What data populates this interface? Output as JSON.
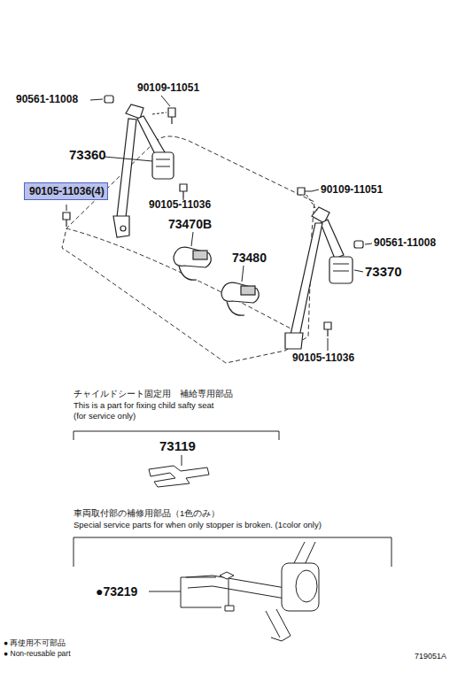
{
  "diagram": {
    "nodes": [
      {
        "text": [
          "90105-11036(4)"
        ]
      }
    ],
    "labels": [
      "90561-11008",
      "90109-11051",
      "73360",
      "90105-11036",
      "73470B",
      "73480",
      "90109-11051",
      "90561-11008",
      "73370",
      "90105-11036",
      "チャイルドシート固定用　補給専用部品",
      "This is a part for fixing child safty seat",
      "(for service only)",
      "73119",
      "車両取付部の補修用部品（1色のみ）",
      "Special service parts for when only stopper is broken. (1color only)",
      "●73219",
      "● 再使用不可部品",
      "● Non-reusable part",
      "719051A"
    ]
  }
}
